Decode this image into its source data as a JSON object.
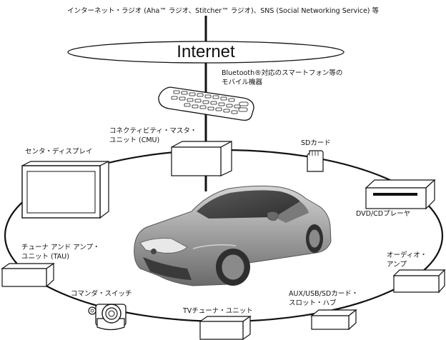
{
  "top_caption": "インターネット・ラジオ (Aha™ ラジオ、Stitcher™ ラジオ)、SNS (Social Networking Service) 等",
  "internet_label": "Internet",
  "bluetooth": {
    "line1": "Bluetooth®対応のスマートフォン等の",
    "line2": "モバイル機器"
  },
  "cmu": {
    "line1": "コネクティビティ・マスタ・",
    "line2": "ユニット (CMU)"
  },
  "sd_card": "SDカード",
  "center_display": "センタ・ディスプレイ",
  "dvd_player": "DVD/CDプレーヤ",
  "tau": {
    "line1": "チューナ アンド アンプ・",
    "line2": "ユニット (TAU)"
  },
  "audio_amp": {
    "line1": "オーディオ・",
    "line2": "アンプ"
  },
  "commander_switch": "コマンダ・スイッチ",
  "aux_hub": {
    "line1": "AUX/USB/SDカード・",
    "line2": "スロット・ハブ"
  },
  "tv_tuner": "TVチューナ・ユニット"
}
